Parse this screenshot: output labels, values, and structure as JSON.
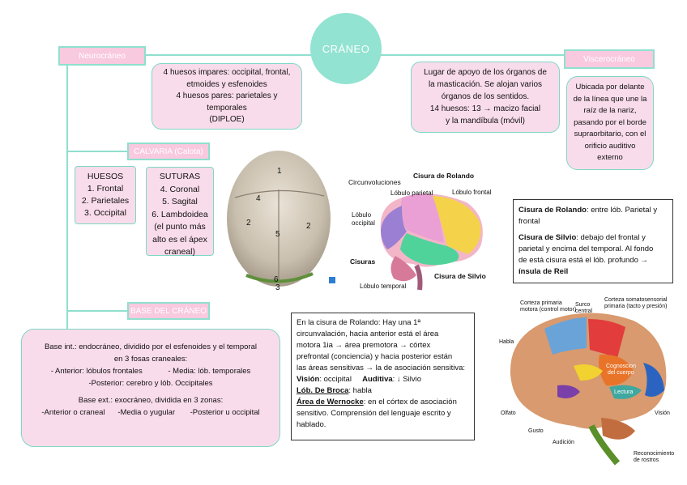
{
  "title": "CRÁNEO",
  "labels": {
    "neurocraneo": "Neurocráneo",
    "viscerocraneo": "Viscerocráneo",
    "calvaria": "CALVARIA (Calota)",
    "base_craneo": "BASE DEL CRÁNEO"
  },
  "neuro_desc": [
    "4 huesos impares: occipital, frontal,",
    "etmoides y esfenoides",
    "4 huesos pares: parietales y",
    "temporales",
    "(DIPLOE)"
  ],
  "apoyo_desc": [
    "Lugar de apoyo de los órganos de",
    "la masticación. Se alojan varios",
    "órganos de los sentidos.",
    "14 huesos: 13 → macizo facial",
    "y la mandíbula (móvil)"
  ],
  "visc_desc": [
    "Ubicada por delante",
    "de la línea que une la",
    "raíz de la nariz,",
    "pasando por el borde",
    "supraorbitario, con el",
    "orificio auditivo",
    "externo"
  ],
  "huesos": {
    "title": "HUESOS",
    "items": [
      "1. Frontal",
      "2. Parietales",
      "3. Occipital"
    ]
  },
  "suturas": {
    "title": "SUTURAS",
    "items": [
      "4. Coronal",
      "5. Sagital",
      "6. Lambdoidea",
      "(el punto más",
      "alto es el ápex",
      "craneal)"
    ]
  },
  "skull": {
    "numbers": [
      "1",
      "2",
      "2",
      "3",
      "4",
      "5",
      "6"
    ]
  },
  "brain1": {
    "labels": {
      "circunvoluciones": "Circunvoluciones",
      "rolando": "Cisura de Rolando",
      "parietal": "Lóbulo parietal",
      "frontal": "Lóbulo frontal",
      "occipital_1": "Lóbulo",
      "occipital_2": "occipital",
      "cisuras": "Cisuras",
      "silvio": "Cisura de Silvio",
      "temporal": "Lóbulo temporal"
    }
  },
  "cisuras_box": {
    "rolando_term": "Cisura de Rolando",
    "rolando_text": ": entre lób. Parietal y",
    "rolando_text2": "frontal",
    "silvio_term": "Cisura de Silvio",
    "silvio_text": ": debajo del frontal y",
    "silvio_line2": "parietal y encima del temporal. Al fondo",
    "silvio_line3": "de está cisura está el lób. profundo →",
    "insula": "ínsula de Reil"
  },
  "base_desc": {
    "int_1": "Base int.: endocráneo, dividido por el esfenoides y el temporal",
    "int_2": "en 3 fosas craneales:",
    "int_3": "- Anterior: lóbulos frontales            - Media: lób. temporales",
    "int_4": "-Posterior: cerebro y lób. Occipitales",
    "ext_1": "Base ext.: exocráneo, dividida en 3 zonas:",
    "ext_2": "-Anterior o craneal      -Media o yugular       -Posterior u occipital"
  },
  "rolando_box": {
    "l1": "En la cisura de Rolando: Hay una 1ª",
    "l2": "circunvalación, hacia anterior está el área",
    "l3": "motora 1ia → área premotora → córtex",
    "l4": "prefrontal (conciencia) y hacia posterior están",
    "l5": "las áreas sensitivas → la de asociación sensitiva:",
    "vision_term": "Visión",
    "vision_text": ": occipital",
    "auditiva_term": "Auditiva",
    "auditiva_text": ": ↓ Silvio",
    "broca_term": "Lób. De Broca",
    "broca_text": ": habla",
    "wernicke_term": "Área de Wernocke",
    "wernicke_text": ": en el córtex de asociación",
    "w2": "sensitivo. Comprensión del lenguaje escrito y",
    "w3": "hablado."
  },
  "brain2": {
    "labels": {
      "motora_1": "Corteza primaria",
      "motora_2": "motora (control motor)",
      "surco_1": "Surco",
      "surco_2": "central",
      "soma_1": "Corteza somatosensorial",
      "soma_2": "primaria (tacto y presión)",
      "habla": "Habla",
      "cognoscion_1": "Cognoscion",
      "cognoscion_2": "del cuerpo",
      "lectura": "Lectura",
      "vision": "Visión",
      "olfato": "Olfato",
      "gusto": "Gusto",
      "audicion": "Audición",
      "rostros_1": "Reconocimiento",
      "rostros_2": "de rostros"
    }
  },
  "colors": {
    "pink": "#f9dceb",
    "label_pink": "#f9c9df",
    "mint": "#8fe0cf",
    "title_circle": "#92e3d1"
  }
}
